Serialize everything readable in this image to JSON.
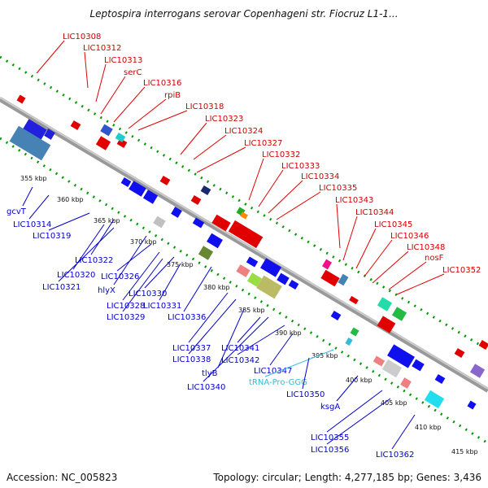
{
  "title": "Leptospira interrogans serovar Copenhageni str. Fiocruz L1-1...",
  "footer": {
    "accession": "Accession: NC_005823",
    "summary": "Topology: circular; Length: 4,277,185 bp; Genes: 3,436"
  },
  "ticks": [
    "355 kbp",
    "360 kbp",
    "365 kbp",
    "370 kbp",
    "375 kbp",
    "380 kbp",
    "385 kbp",
    "390 kbp",
    "395 kbp",
    "400 kbp",
    "405 kbp",
    "410 kbp",
    "415 kbp"
  ],
  "forward_labels": [
    "LIC10308",
    "LIC10312",
    "LIC10313",
    "serC",
    "LIC10316",
    "rpiB",
    "LIC10318",
    "LIC10323",
    "LIC10324",
    "LIC10327",
    "LIC10332",
    "LIC10333",
    "LIC10334",
    "LIC10335",
    "LIC10343",
    "LIC10344",
    "LIC10345",
    "LIC10346",
    "LIC10348",
    "nosF",
    "LIC10352"
  ],
  "reverse_labels": [
    "gcvT",
    "LIC10314",
    "LIC10319",
    "LIC10320",
    "LIC10321",
    "LIC10322",
    "hlyX",
    "LIC10326",
    "LIC10328",
    "LIC10329",
    "LIC10330",
    "LIC10331",
    "LIC10336",
    "LIC10337",
    "LIC10338",
    "tlyB",
    "LIC10340",
    "LIC10341",
    "LIC10342",
    "LIC10347",
    "tRNA-Pro-GGG",
    "LIC10350",
    "ksgA",
    "LIC10355",
    "LIC10356",
    "LIC10362"
  ],
  "colors": {
    "backbone": "#888888",
    "forward": "#ee0000",
    "reverse": "#0000ee",
    "trna": "#33bbdd",
    "dotted": "#009900"
  }
}
